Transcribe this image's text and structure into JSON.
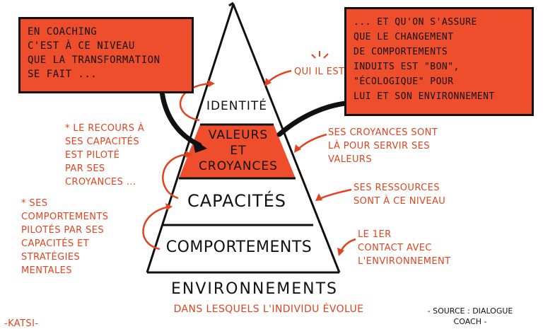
{
  "colors": {
    "accent": "#ee4e2c",
    "ink": "#111111",
    "note": "#e2441f"
  },
  "boxes": {
    "left": "En coaching\nc'est à ce niveau\nque la transformation\nse fait ...",
    "right": "... et qu'on s'assure\nque le changement\nde comportements\ninduits est \"bon\",\n\"écologique\" pour\nlui et son environnement"
  },
  "pyramid": {
    "identite": "Identité",
    "valeurs": "Valeurs\net\nCroyances",
    "capacites": "Capacités",
    "comportements": "Comportements"
  },
  "base": {
    "title": "Environnements",
    "subtitle": "dans lesquels l'individu évolue"
  },
  "notes_left": {
    "capacites": "* Le recours à\nses capacités\nest piloté\npar ses\ncroyances ...",
    "comportements": "* Ses\ncomportements\npilotés par ses\ncapacités et\nstratégies\nmentales"
  },
  "notes_right": {
    "identite": "Qui il est",
    "valeurs": "Ses croyances sont\nlà pour servir ses\nvaleurs",
    "capacites": "Ses ressources\nsont à ce niveau",
    "comportements": "Le 1er\ncontact avec\nl'environnement"
  },
  "footer": {
    "author": "-Katsi-",
    "source": "- Source : Dialogue\ncoach -"
  }
}
